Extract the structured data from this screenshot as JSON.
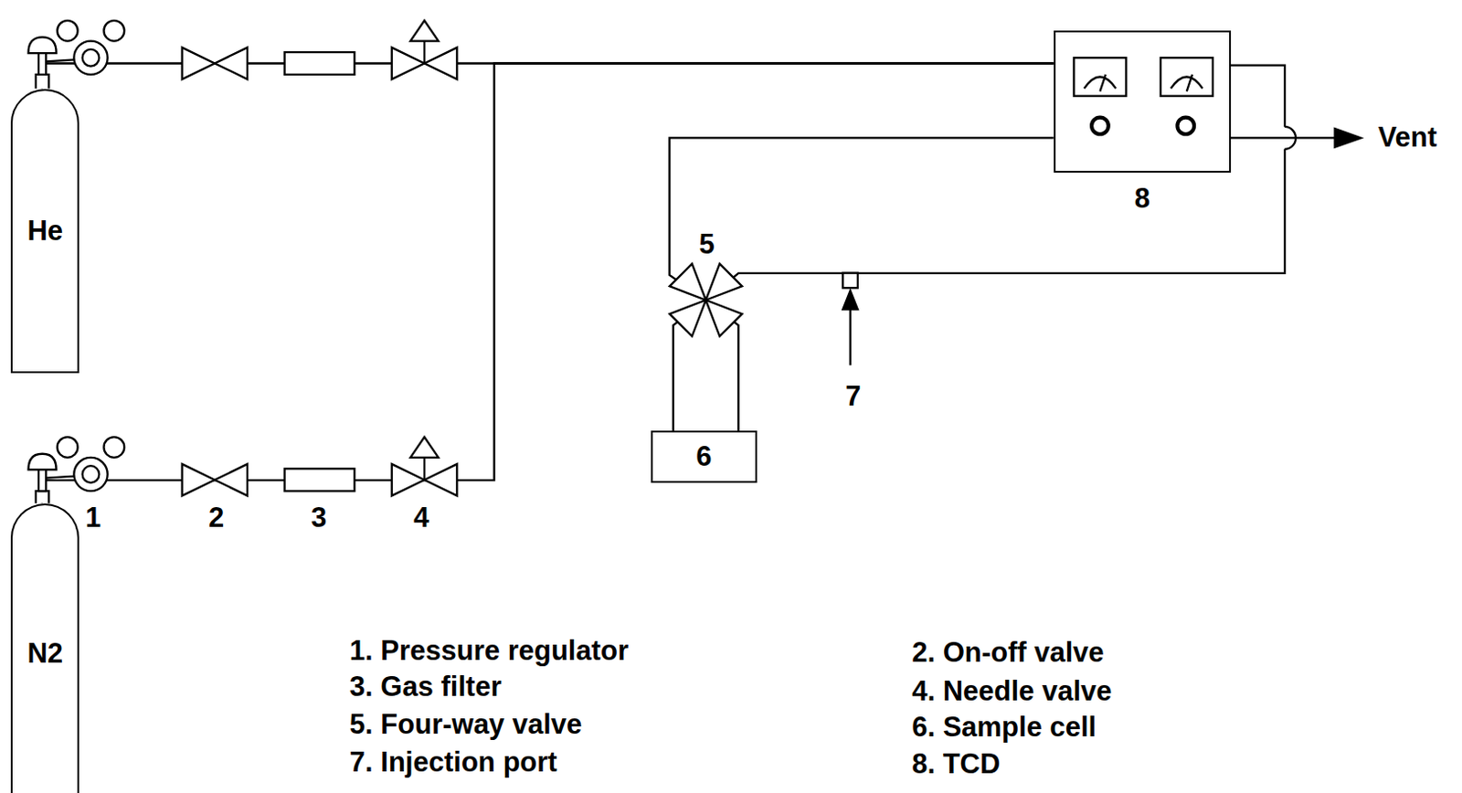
{
  "diagram": {
    "nodes": [
      {
        "text": [
          "He"
        ]
      },
      {
        "text": [
          "8"
        ]
      },
      {
        "text": [
          "6"
        ]
      },
      {
        "text": [
          "N2"
        ]
      }
    ],
    "edges": [
      {
        "from": 0,
        "to": 1,
        "arrow": "none"
      },
      {
        "from": 3,
        "to": 1,
        "arrow": "none"
      },
      {
        "from": 1,
        "to": 2,
        "arrow": "none"
      },
      {
        "from": 2,
        "to": 1,
        "arrow": "none"
      }
    ],
    "labels": [
      "1",
      "2",
      "3",
      "4",
      "5",
      "7",
      "Vent",
      "1. Pressure regulator",
      "2. On-off valve",
      "3. Gas filter",
      "4. Needle valve",
      "5. Four-way valve",
      "6. Sample cell",
      "7. Injection port",
      "8. TCD"
    ]
  }
}
